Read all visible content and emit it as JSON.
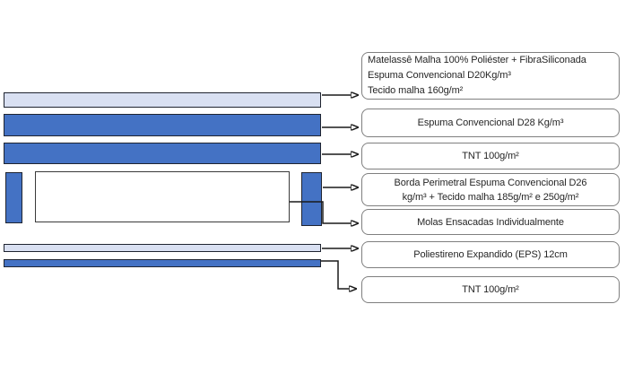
{
  "diagram": {
    "kind": "mattress-layer-diagram",
    "language": "pt-BR"
  },
  "colors": {
    "layer_blue": "#4472C4",
    "layer_light": "#D9E0F2",
    "shape_border": "#1F2430",
    "springs_border": "#3A3A3A",
    "label_box_border": "#7F7F7F",
    "connector": "#1A1A1A",
    "text": "#262626",
    "background": "#FFFFFF"
  },
  "layers": [
    {
      "name": "matelasse-top-layer",
      "style": "light",
      "label_index": 0
    },
    {
      "name": "espuma-d28-layer",
      "style": "blue",
      "label_index": 1
    },
    {
      "name": "tnt-upper-layer",
      "style": "blue",
      "label_index": 2
    },
    {
      "name": "borda-perimetral-left",
      "style": "blue",
      "label_index": 3
    },
    {
      "name": "molas-core",
      "style": "white",
      "label_index": 4
    },
    {
      "name": "borda-perimetral-right",
      "style": "blue",
      "label_index": 3
    },
    {
      "name": "eps-layer",
      "style": "light",
      "label_index": 5
    },
    {
      "name": "tnt-bottom-layer",
      "style": "blue",
      "label_index": 6
    }
  ],
  "labels": [
    {
      "align": "left",
      "lines": [
        "Matelassê Malha 100% Poliéster + FibraSiliconada",
        "Espuma Convencional D20Kg/m³",
        "Tecido malha 160g/m²"
      ]
    },
    {
      "align": "center",
      "lines": [
        "Espuma Convencional D28 Kg/m³"
      ]
    },
    {
      "align": "center",
      "lines": [
        "TNT 100g/m²"
      ]
    },
    {
      "align": "center",
      "lines": [
        "Borda Perimetral Espuma Convencional D26",
        "kg/m³ + Tecido malha 185g/m² e 250g/m²"
      ]
    },
    {
      "align": "center",
      "lines": [
        "Molas Ensacadas Individualmente"
      ]
    },
    {
      "align": "center",
      "lines": [
        "Poliestireno Expandido (EPS) 12cm"
      ]
    },
    {
      "align": "center",
      "lines": [
        "TNT 100g/m²"
      ]
    }
  ]
}
